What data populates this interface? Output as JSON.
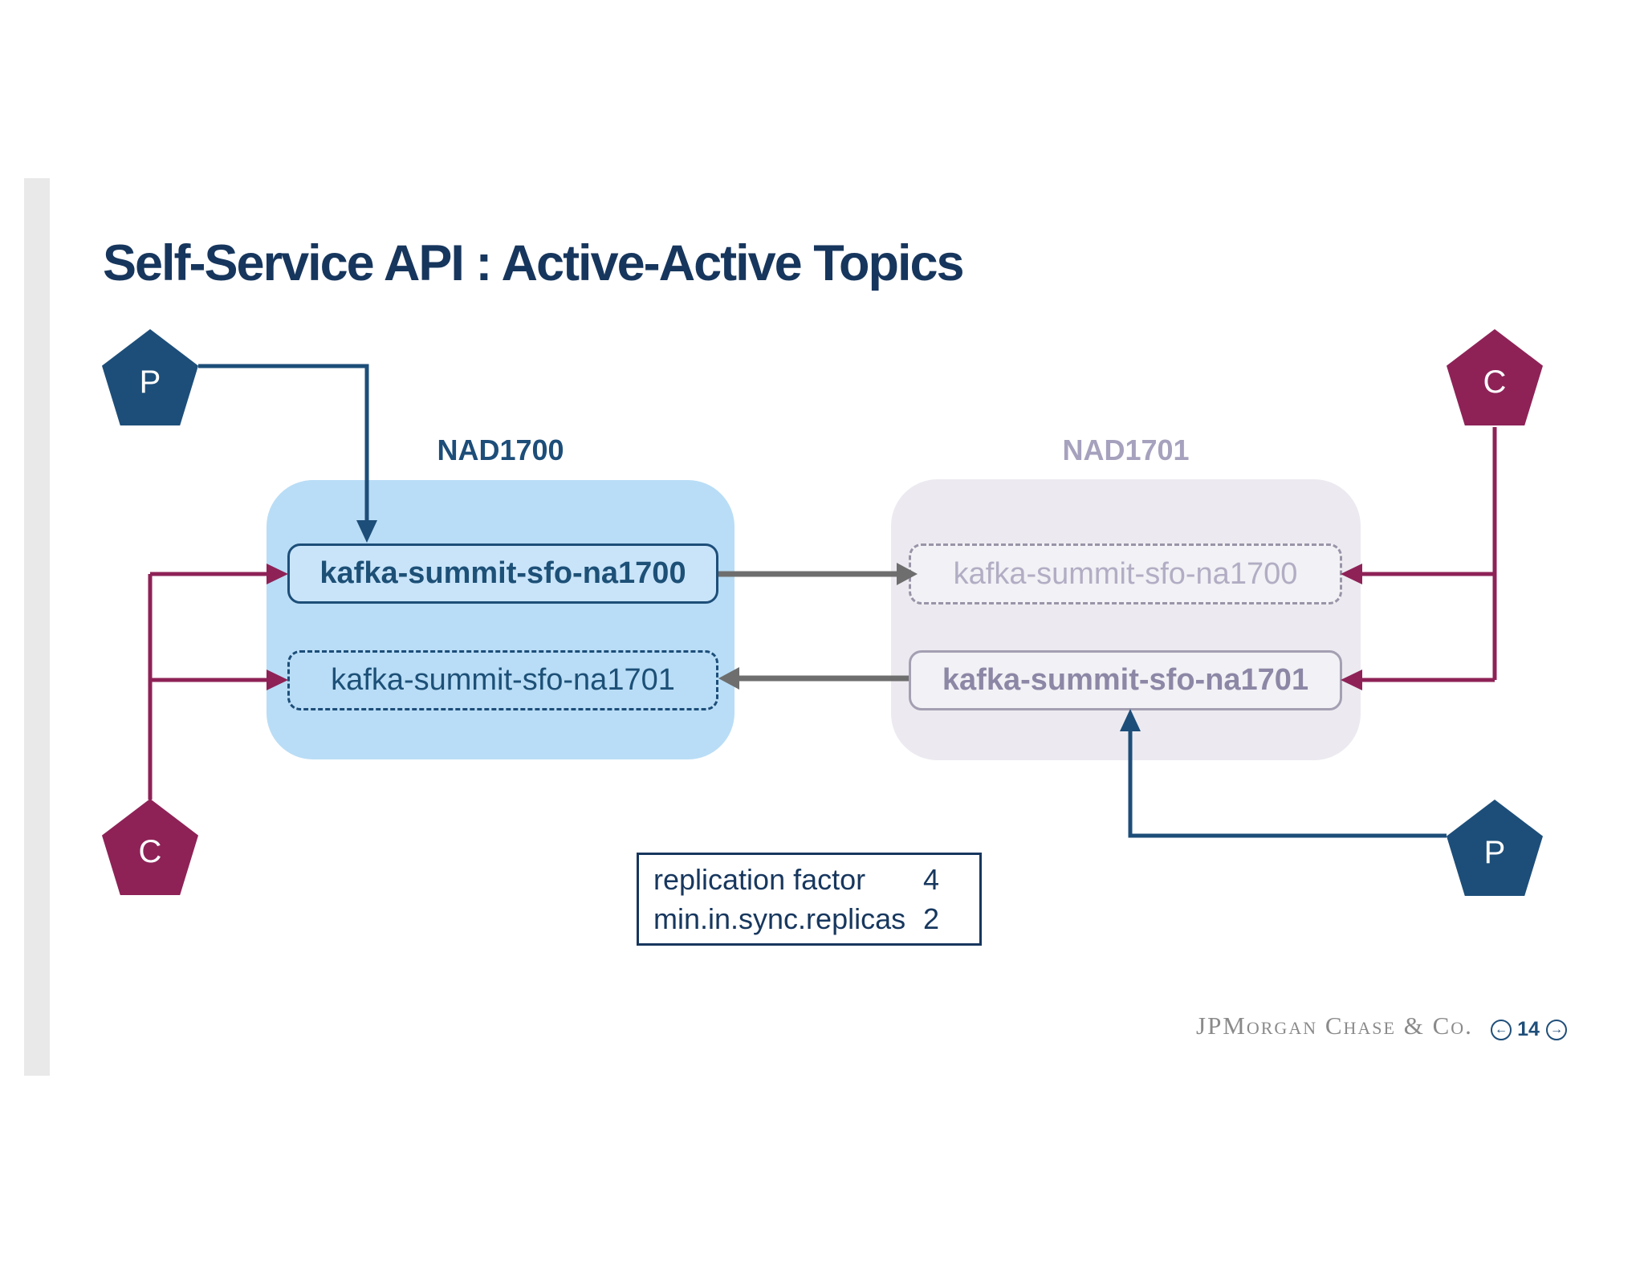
{
  "title": "Self-Service API : Active-Active Topics",
  "clusters": {
    "left": {
      "name": "NAD1700",
      "topics": {
        "primary": "kafka-summit-sfo-na1700",
        "replica": "kafka-summit-sfo-na1701"
      }
    },
    "right": {
      "name": "NAD1701",
      "topics": {
        "replica": "kafka-summit-sfo-na1700",
        "primary": "kafka-summit-sfo-na1701"
      }
    }
  },
  "actors": {
    "producer_left": "P",
    "consumer_left": "C",
    "consumer_right": "C",
    "producer_right": "P"
  },
  "config_box": {
    "rows": [
      {
        "key": "replication factor",
        "value": "4"
      },
      {
        "key": "min.in.sync.replicas",
        "value": "2"
      }
    ]
  },
  "footer": {
    "logo": "JPMorgan Chase & Co.",
    "page_number": "14",
    "prev_icon": "←",
    "next_icon": "→"
  },
  "colors": {
    "accent_blue": "#1d4e79",
    "accent_maroon": "#8e2257",
    "cluster_left_bg": "#b9ddf6",
    "cluster_right_bg": "#eceaf0",
    "arrow_gray": "#6e6e6e",
    "title_navy": "#17365d"
  }
}
